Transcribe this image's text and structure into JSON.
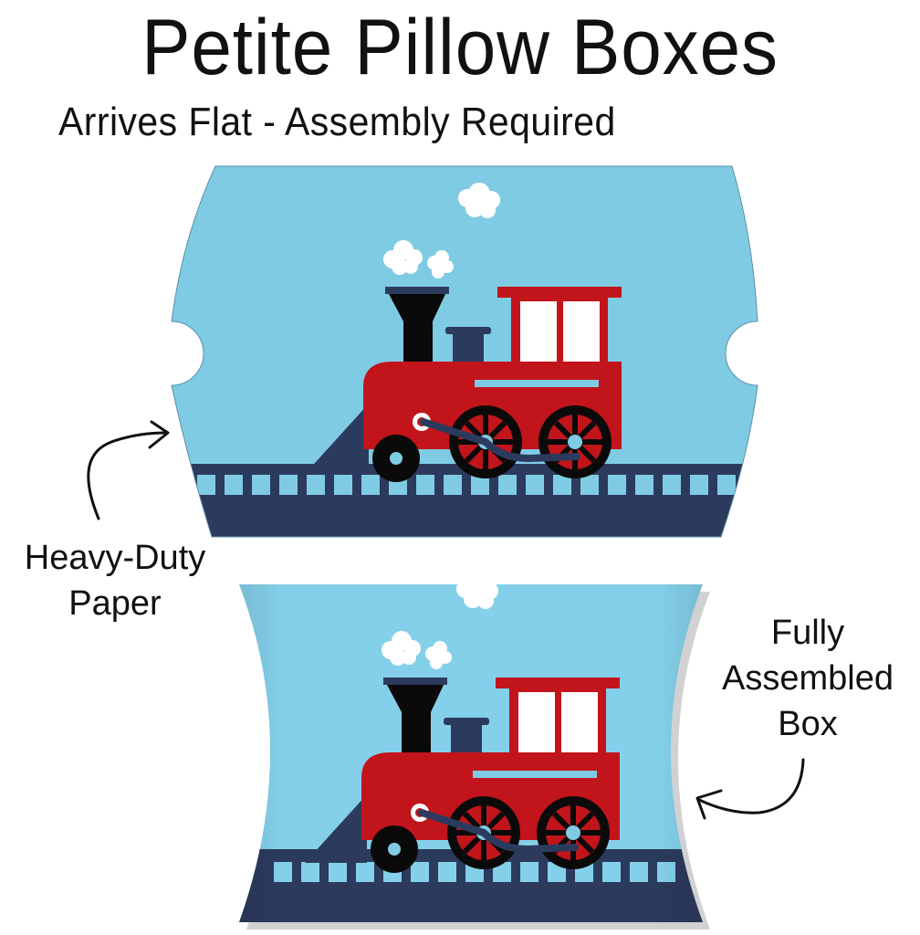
{
  "header": {
    "title": "Petite Pillow Boxes",
    "subtitle": "Arrives Flat - Assembly Required"
  },
  "callouts": {
    "flat": {
      "line1": "Heavy-Duty",
      "line2": "Paper",
      "arrow": "curved-arrow-icon"
    },
    "assembled": {
      "line1": "Fully",
      "line2": "Assembled",
      "line3": "Box",
      "arrow": "curved-arrow-icon"
    }
  },
  "products": [
    {
      "state": "flat",
      "theme": "train"
    },
    {
      "state": "assembled",
      "theme": "train"
    }
  ],
  "colors": {
    "sky": "#80cbe4",
    "track_dark": "#2c3a5e",
    "train_red": "#c2141b",
    "black": "#0a0a0a",
    "white": "#ffffff"
  }
}
